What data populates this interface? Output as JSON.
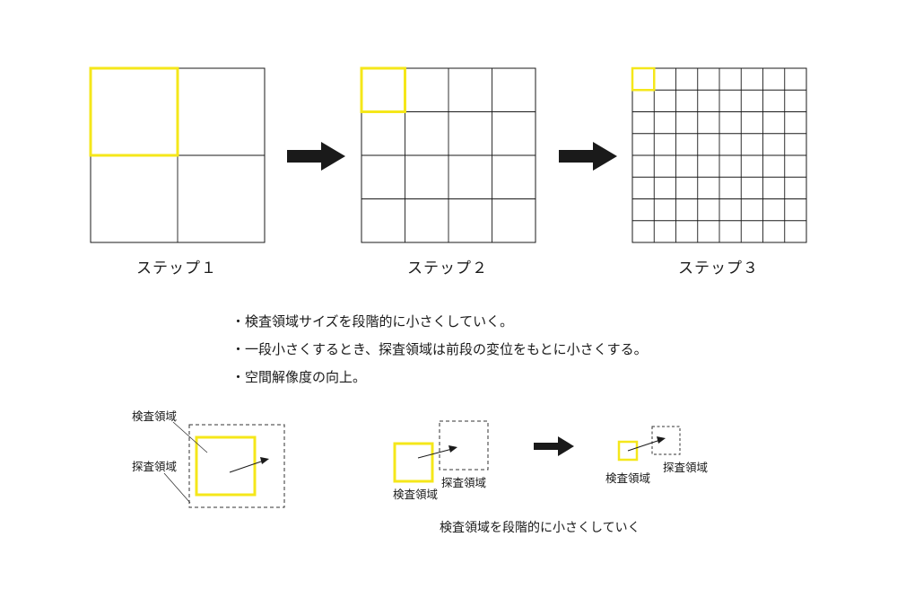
{
  "steps": [
    {
      "label": "ステップ１",
      "divisions": 2
    },
    {
      "label": "ステップ２",
      "divisions": 4
    },
    {
      "label": "ステップ３",
      "divisions": 8
    }
  ],
  "bullets": [
    "・検査領域サイズを段階的に小さくしていく。",
    "・一段小さくするとき、探査領域は前段の変位をもとに小さくする。",
    "・空間解像度の向上。"
  ],
  "legend": {
    "inspect_label": "検査領域",
    "search_label": "探査領域"
  },
  "shrink": {
    "inspect_label": "検査領域",
    "search_label": "探査領域",
    "caption": "検査領域を段階的に小さくしていく"
  },
  "colors": {
    "highlight": "#f5e71a",
    "line": "#1a1a1a",
    "arrow": "#1a1a1a"
  }
}
